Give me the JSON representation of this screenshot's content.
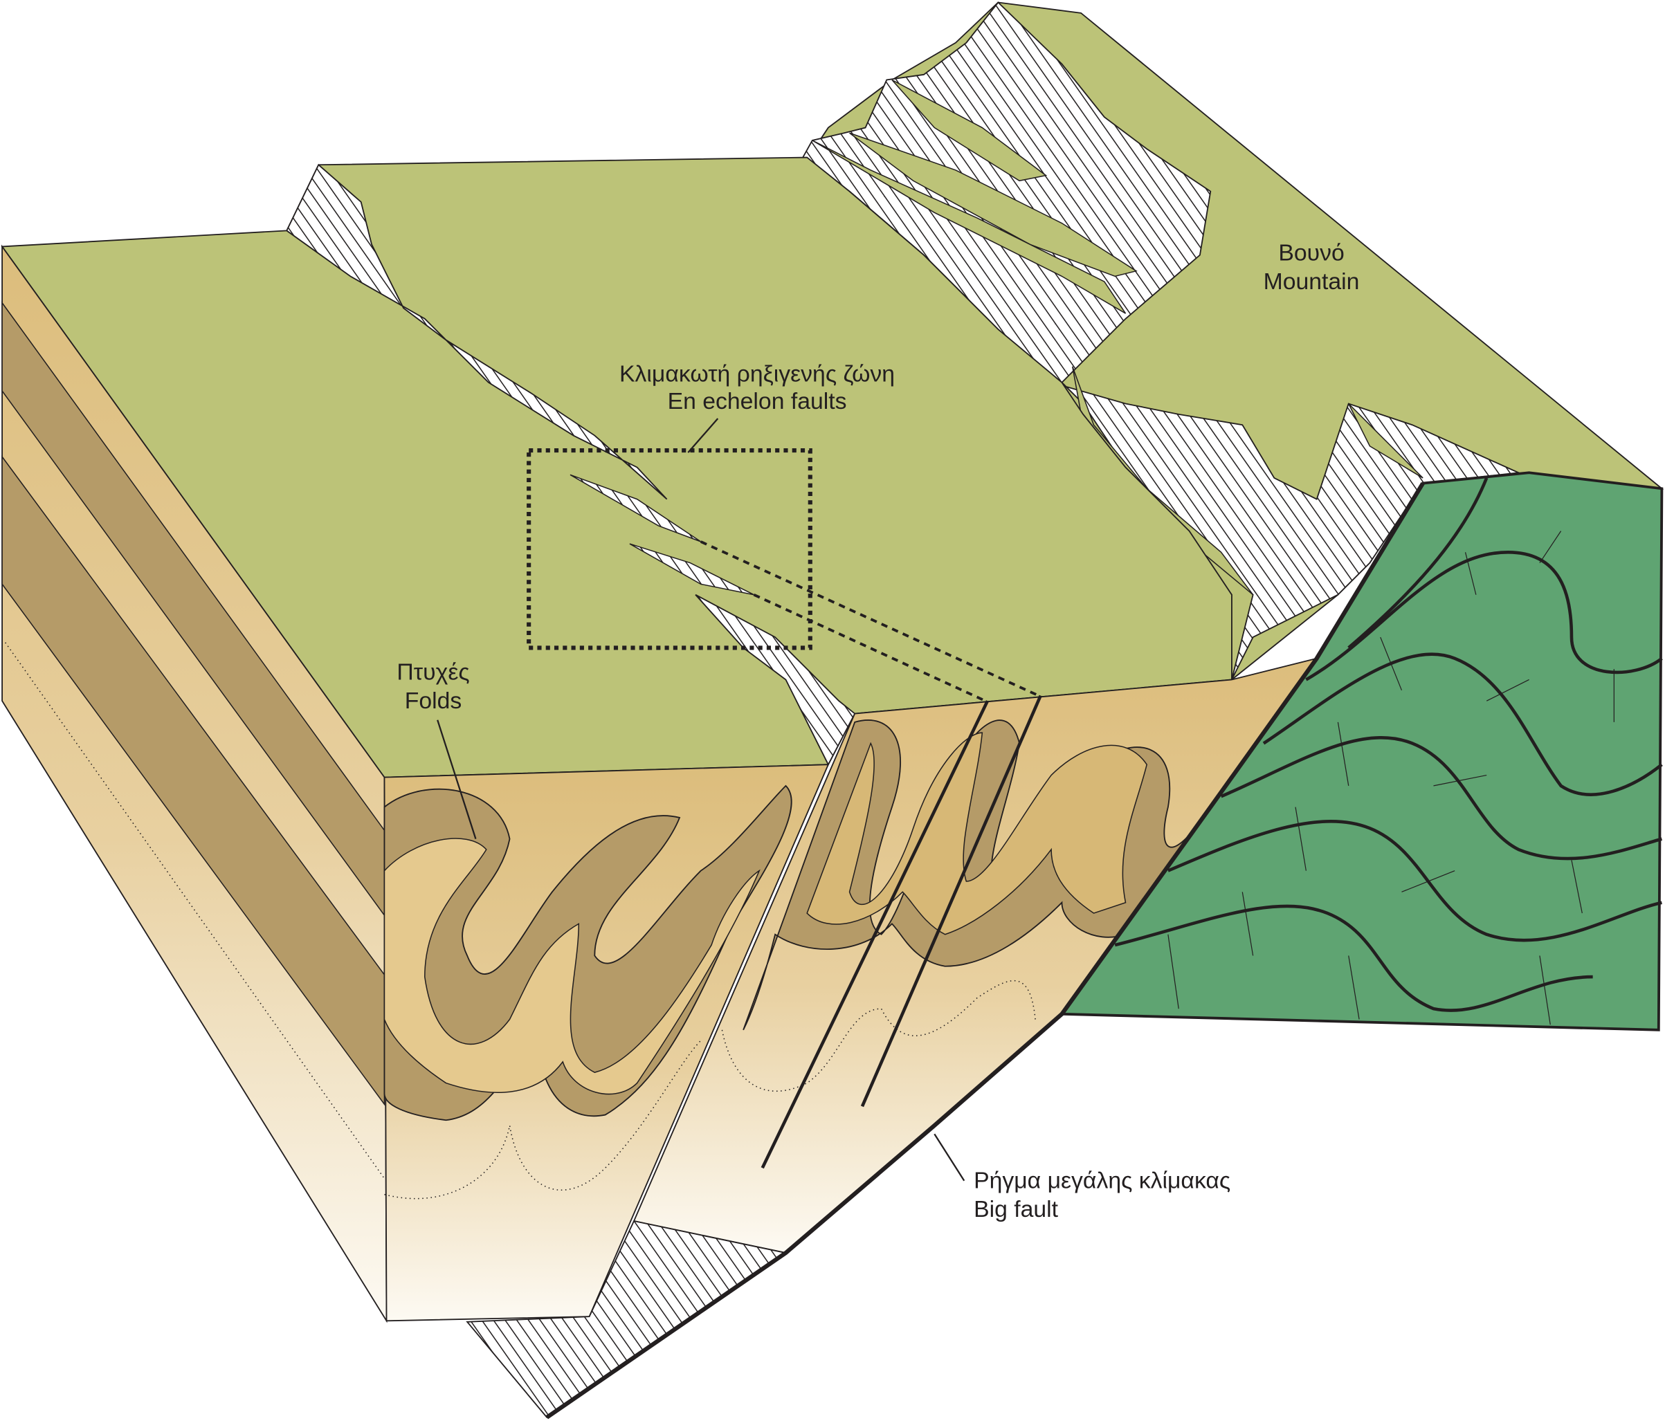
{
  "title": "Block diagram: folds, en echelon faults and big fault",
  "labels": {
    "mountain_gr": "Βουνό",
    "mountain_en": "Mountain",
    "echelon_gr": "Κλιμακωτή ρηξιγενής ζώνη",
    "echelon_en": "En echelon faults",
    "folds_gr": "Πτυχές",
    "folds_en": "Folds",
    "bigfault_gr": "Ρήγμα μεγάλης κλίμακας",
    "bigfault_en": "Big fault"
  },
  "colors": {
    "surface_green": "#bcc378",
    "basement_green": "#5fa472",
    "layer_dark": "#b59b68",
    "layer_light": "#e5c98e",
    "layer_mid": "#d7b876",
    "outline": "#231f20"
  }
}
